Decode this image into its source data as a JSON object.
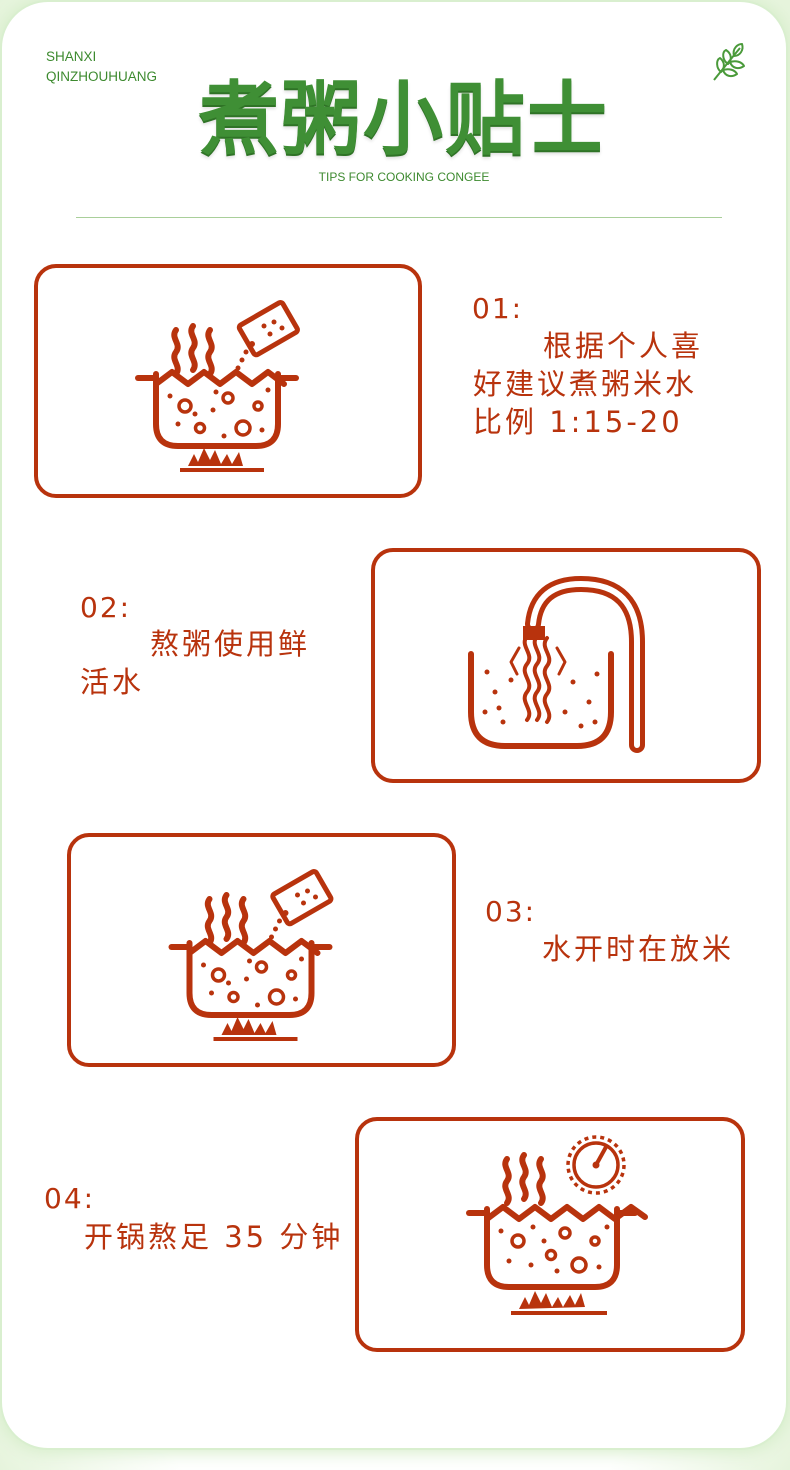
{
  "header": {
    "brand_line1": "SHANXI",
    "brand_line2": "QINZHOUHUANG",
    "title": "煮粥小贴士",
    "subtitle": "TIPS FOR COOKING CONGEE",
    "logo_icon": "wheat-leaf-icon"
  },
  "colors": {
    "accent": "#b8330d",
    "brand_green": "#3f8f35"
  },
  "tips": [
    {
      "number": "01:",
      "lines": [
        "根据个人喜",
        "好建议煮粥米水",
        "比例 1:15-20"
      ],
      "icon": "pot-adding-rice-icon"
    },
    {
      "number": "02:",
      "lines": [
        "熬粥使用鲜",
        "活水"
      ],
      "icon": "faucet-water-pot-icon"
    },
    {
      "number": "03:",
      "lines": [
        "水开时在放米"
      ],
      "icon": "pot-adding-rice-icon"
    },
    {
      "number": "04:",
      "lines": [
        "开锅熬足 35 分钟"
      ],
      "icon": "pot-timer-icon"
    }
  ]
}
